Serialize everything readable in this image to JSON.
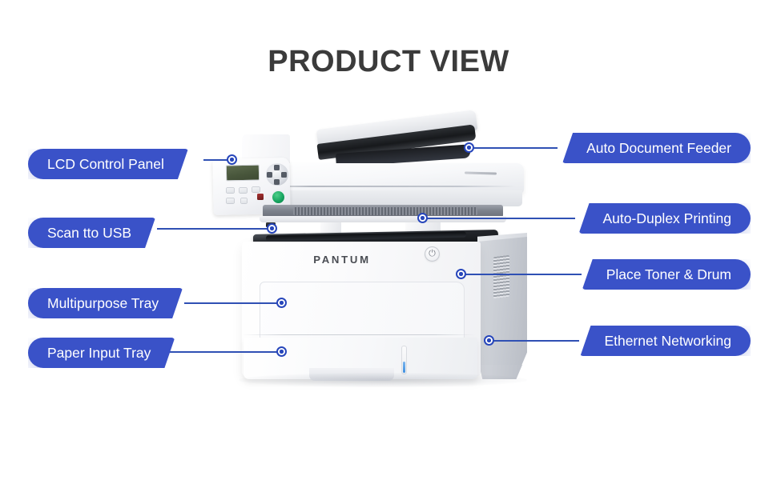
{
  "page": {
    "title": "PRODUCT VIEW",
    "background_color": "#ffffff",
    "accent_color": "#3a52c8",
    "leader_color": "#2f50b4",
    "title_color": "#3b3b3b"
  },
  "product": {
    "brand": "PANTUM",
    "power_icon": "⏻",
    "power_icon_name": "power-button-icon"
  },
  "callouts": {
    "left": [
      {
        "id": "lcd-control-panel",
        "label": "LCD Control Panel"
      },
      {
        "id": "scan-to-usb",
        "label": "Scan tto USB"
      },
      {
        "id": "multipurpose-tray",
        "label": "Multipurpose Tray"
      },
      {
        "id": "paper-input-tray",
        "label": "Paper Input Tray"
      }
    ],
    "right": [
      {
        "id": "auto-document-feeder",
        "label": "Auto Document Feeder"
      },
      {
        "id": "auto-duplex-printing",
        "label": "Auto-Duplex Printing"
      },
      {
        "id": "place-toner-and-drum",
        "label": "Place Toner & Drum"
      },
      {
        "id": "ethernet-networking",
        "label": "Ethernet Networking"
      }
    ]
  }
}
